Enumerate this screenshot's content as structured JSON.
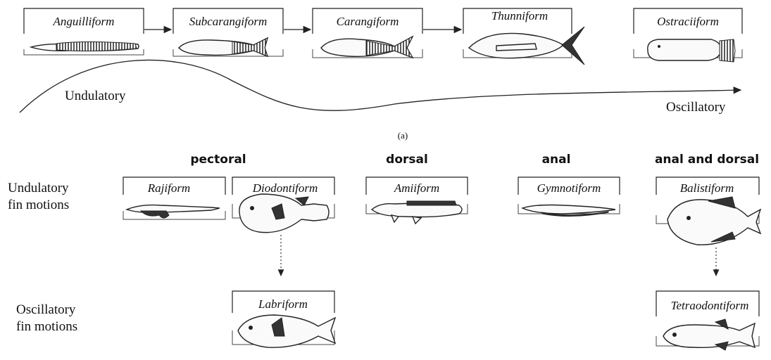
{
  "part_a": {
    "modes": [
      {
        "label": "Anguilliform"
      },
      {
        "label": "Subcarangiform"
      },
      {
        "label": "Carangiform"
      },
      {
        "label": "Thunniform"
      },
      {
        "label": "Ostraciiform"
      }
    ],
    "left_label": "Undulatory",
    "right_label": "Oscillatory",
    "caption": "(a)"
  },
  "part_b": {
    "columns": [
      {
        "header": "pectoral"
      },
      {
        "header": "dorsal"
      },
      {
        "header": "anal"
      },
      {
        "header": "anal and dorsal"
      }
    ],
    "rows": [
      {
        "line1": "Undulatory",
        "line2": "fin motions"
      },
      {
        "line1": "Oscillatory",
        "line2": "fin motions"
      }
    ],
    "undulatory_modes": [
      {
        "label": "Rajiform"
      },
      {
        "label": "Diodontiform"
      },
      {
        "label": "Amiiform"
      },
      {
        "label": "Gymnotiform"
      },
      {
        "label": "Balistiform"
      }
    ],
    "oscillatory_modes": [
      {
        "label": "Labriform"
      },
      {
        "label": "Tetraodontiform"
      }
    ]
  }
}
